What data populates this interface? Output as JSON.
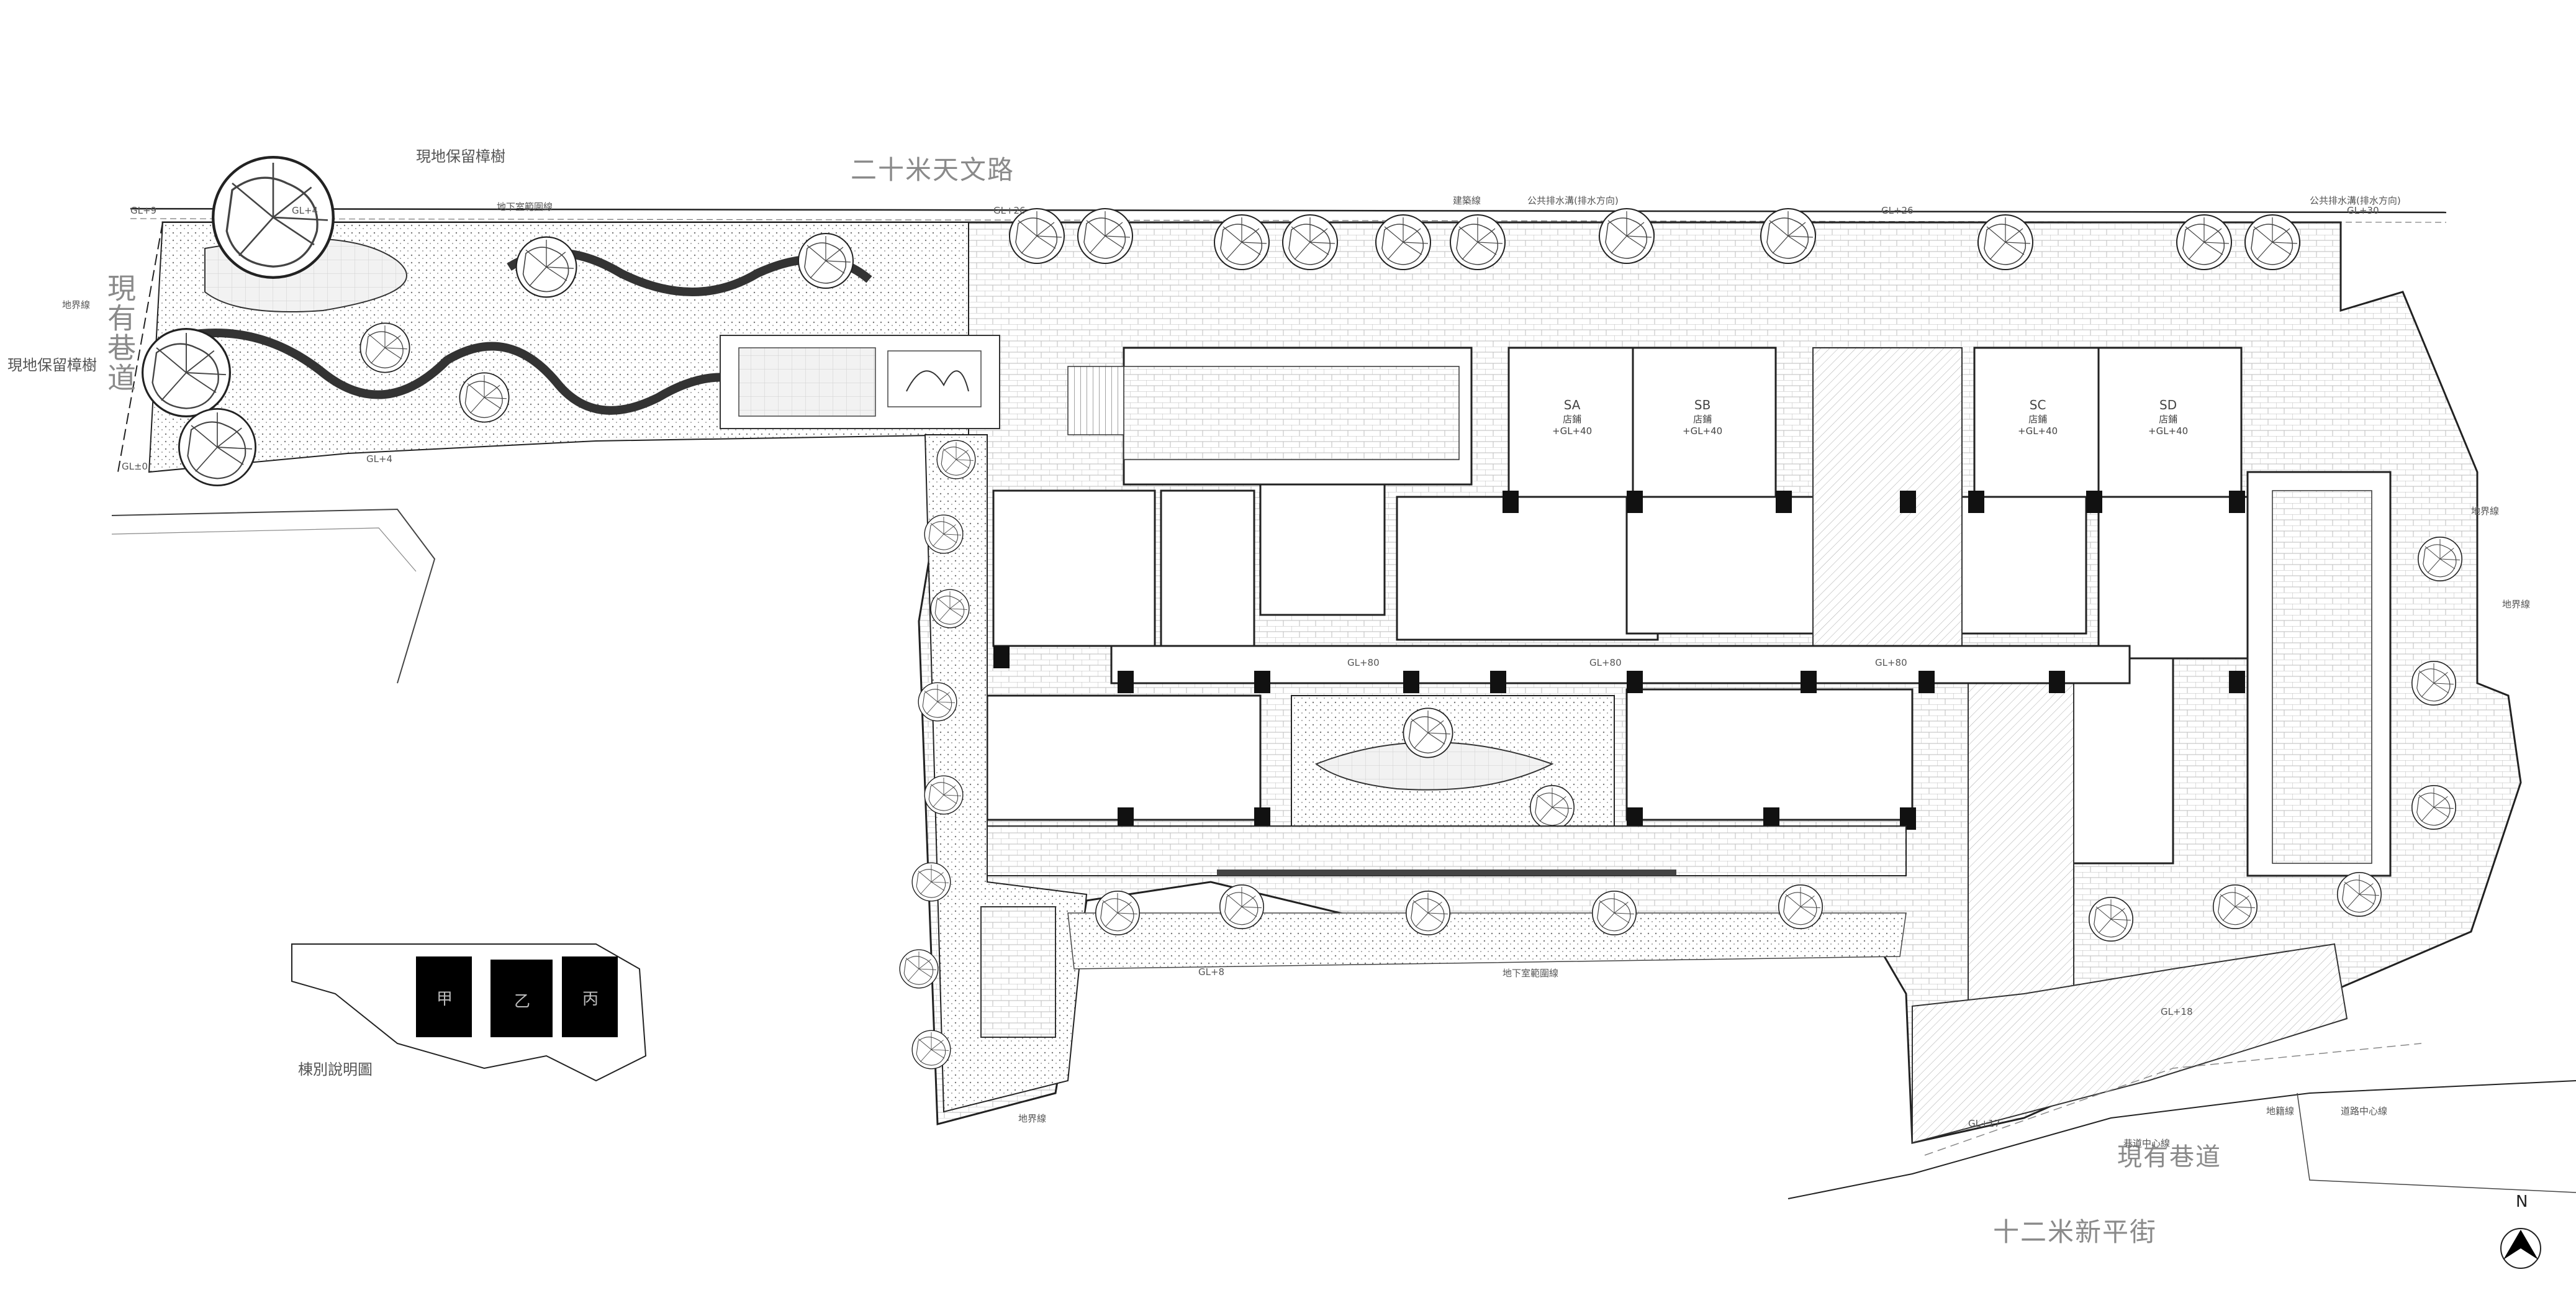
{
  "streets": {
    "north": "二十米天文路",
    "south": "十二米新平街",
    "west_lane": "現有巷道",
    "south_lane": "現有巷道"
  },
  "trees": {
    "preserved_north": "現地保留樟樹",
    "preserved_west": "現地保留樟樹"
  },
  "lines": {
    "property": "地界線",
    "building": "建築線",
    "basement": "地下室範圍線",
    "drainage": "公共排水溝(排水方向)",
    "lot": "地籍線",
    "road_center": "道路中心線",
    "lane_center": "巷道中心線"
  },
  "units": [
    {
      "code": "SA",
      "name": "店鋪",
      "level": "+GL+40"
    },
    {
      "code": "SB",
      "name": "店鋪",
      "level": "+GL+40"
    },
    {
      "code": "SC",
      "name": "店鋪",
      "level": "+GL+40"
    },
    {
      "code": "SD",
      "name": "店鋪",
      "level": "+GL+40"
    }
  ],
  "levels": [
    "GL+9",
    "GL+4",
    "GL+26",
    "GL+26",
    "GL+30",
    "GL±0",
    "GL+4",
    "GL+8",
    "GL+17",
    "GL+18",
    "GL+80",
    "GL+80",
    "GL+80"
  ],
  "key_plan": {
    "blocks": [
      "甲",
      "乙",
      "丙"
    ],
    "caption": "棟別說明圖"
  },
  "north_arrow": "N",
  "colors": {
    "line": "#222222",
    "paving": "#d6d6d6",
    "light": "#bdbdbd"
  }
}
